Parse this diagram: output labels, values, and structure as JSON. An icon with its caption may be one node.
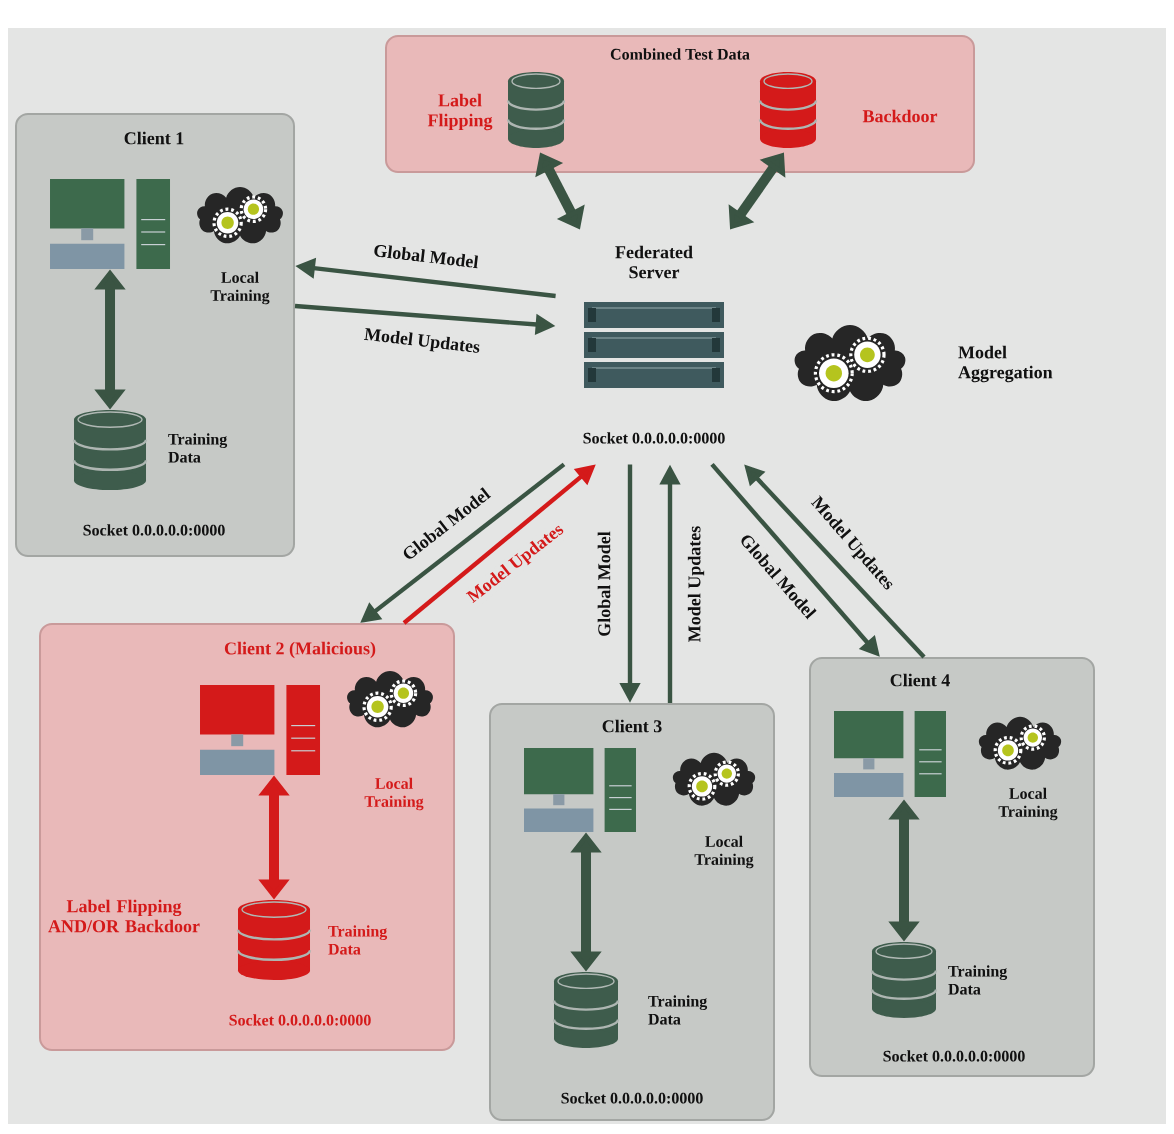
{
  "diagram": {
    "nodes": [
      {
        "text": [
          "Client 1",
          "Socket 0.0.0.0.0:0000"
        ]
      },
      {
        "text": [],
        "shape": "computer",
        "in": 0
      },
      {
        "text": [],
        "shape": "cloud",
        "in": 0,
        "beside": [
          "Local Training"
        ]
      },
      {
        "text": [],
        "shape": "cylinder",
        "in": 0,
        "beside": [
          "Training Data"
        ]
      },
      {
        "text": [
          "Combined Test Data"
        ]
      },
      {
        "text": [],
        "shape": "cylinder",
        "in": 4,
        "beside": [
          "Label Flipping"
        ]
      },
      {
        "text": [],
        "shape": "cylinder",
        "in": 4,
        "beside": [
          "Backdoor"
        ]
      },
      {
        "text": [
          "Federated Server",
          "Socket 0.0.0.0.0:0000"
        ]
      },
      {
        "text": [],
        "shape": "cloud",
        "beside": [
          "Model Aggregation"
        ]
      },
      {
        "text": [
          "Client 2 (Malicious)",
          "Label Flipping AND/OR Backdoor",
          "Socket 0.0.0.0.0:0000"
        ]
      },
      {
        "text": [],
        "shape": "computer",
        "in": 9
      },
      {
        "text": [],
        "shape": "cloud",
        "in": 9,
        "beside": [
          "Local Training"
        ]
      },
      {
        "text": [],
        "shape": "cylinder",
        "in": 9,
        "beside": [
          "Training Data"
        ]
      },
      {
        "text": [
          "Client 3",
          "Socket 0.0.0.0.0:0000"
        ]
      },
      {
        "text": [],
        "shape": "computer",
        "in": 13
      },
      {
        "text": [],
        "shape": "cloud",
        "in": 13,
        "beside": [
          "Local Training"
        ]
      },
      {
        "text": [],
        "shape": "cylinder",
        "in": 13,
        "beside": [
          "Training Data"
        ]
      },
      {
        "text": [
          "Client 4",
          "Socket 0.0.0.0.0:0000"
        ]
      },
      {
        "text": [],
        "shape": "computer",
        "in": 17
      },
      {
        "text": [],
        "shape": "cloud",
        "in": 17,
        "beside": [
          "Local Training"
        ]
      },
      {
        "text": [],
        "shape": "cylinder",
        "in": 17,
        "beside": [
          "Training Data"
        ]
      }
    ],
    "edges": [
      {
        "from": 1,
        "to": 3,
        "arrow": "both",
        "style": "thick"
      },
      {
        "from": 5,
        "to": 7,
        "arrow": "both",
        "style": "thick"
      },
      {
        "from": 6,
        "to": 7,
        "arrow": "both",
        "style": "thick"
      },
      {
        "from": 7,
        "to": 0,
        "arrow": "to",
        "label": "Global Model"
      },
      {
        "from": 0,
        "to": 7,
        "arrow": "to",
        "label": "Model Updates"
      },
      {
        "from": 7,
        "to": 9,
        "arrow": "to",
        "label": "Global Model"
      },
      {
        "from": 9,
        "to": 7,
        "arrow": "to",
        "label": "Model Updates",
        "color": "#d41a1a"
      },
      {
        "from": 10,
        "to": 12,
        "arrow": "both",
        "style": "thick",
        "color": "#d41a1a"
      },
      {
        "from": 7,
        "to": 13,
        "arrow": "to",
        "label": "Global Model"
      },
      {
        "from": 13,
        "to": 7,
        "arrow": "to",
        "label": "Model Updates"
      },
      {
        "from": 7,
        "to": 17,
        "arrow": "to",
        "label": "Global Model"
      },
      {
        "from": 17,
        "to": 7,
        "arrow": "to",
        "label": "Model Updates"
      },
      {
        "from": 14,
        "to": 16,
        "arrow": "both",
        "style": "thick"
      },
      {
        "from": 18,
        "to": 20,
        "arrow": "both",
        "style": "thick"
      }
    ]
  }
}
